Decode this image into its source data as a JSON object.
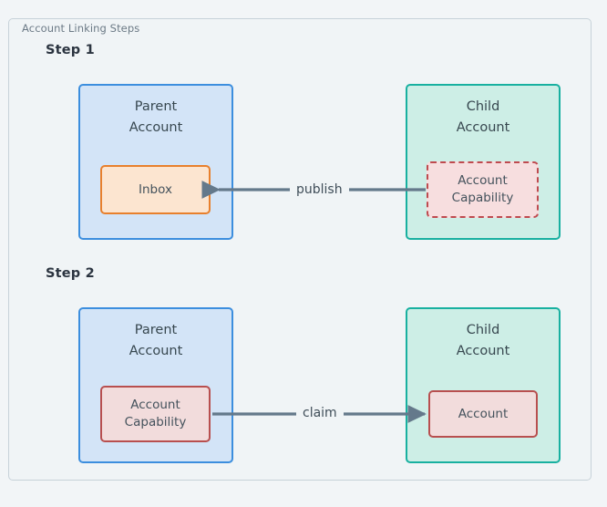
{
  "frame": {
    "title": "Account Linking Steps"
  },
  "colors": {
    "page_background": "#f2f5f7",
    "frame_background": "#f0f4f6",
    "frame_border": "#c7d2d9",
    "parent_fill": "#d3e4f7",
    "parent_border": "#3c8ede",
    "child_fill": "#cdeee6",
    "child_border": "#18b0a0",
    "inbox_fill": "#fce5d0",
    "inbox_border": "#e8802d",
    "capability_dashed_fill": "#f7dedf",
    "capability_dashed_border": "#bf4a4f",
    "capability_solid_fill": "#f2dcdc",
    "capability_solid_border": "#b84f4f",
    "edge_stroke": "#64798b",
    "heading_text": "#2b3440",
    "body_text": "#37474f"
  },
  "steps": [
    {
      "label": "Step 1",
      "parent": {
        "title": "Parent\nAccount",
        "node": "Inbox"
      },
      "child": {
        "title": "Child\nAccount",
        "node": "Account\nCapability"
      },
      "edge": {
        "label": "publish",
        "direction": "right-to-left",
        "from": "Account Capability",
        "to": "Inbox"
      }
    },
    {
      "label": "Step 2",
      "parent": {
        "title": "Parent\nAccount",
        "node": "Account\nCapability"
      },
      "child": {
        "title": "Child\nAccount",
        "node": "Account"
      },
      "edge": {
        "label": "claim",
        "direction": "left-to-right",
        "from": "Account Capability",
        "to": "Account"
      }
    }
  ]
}
